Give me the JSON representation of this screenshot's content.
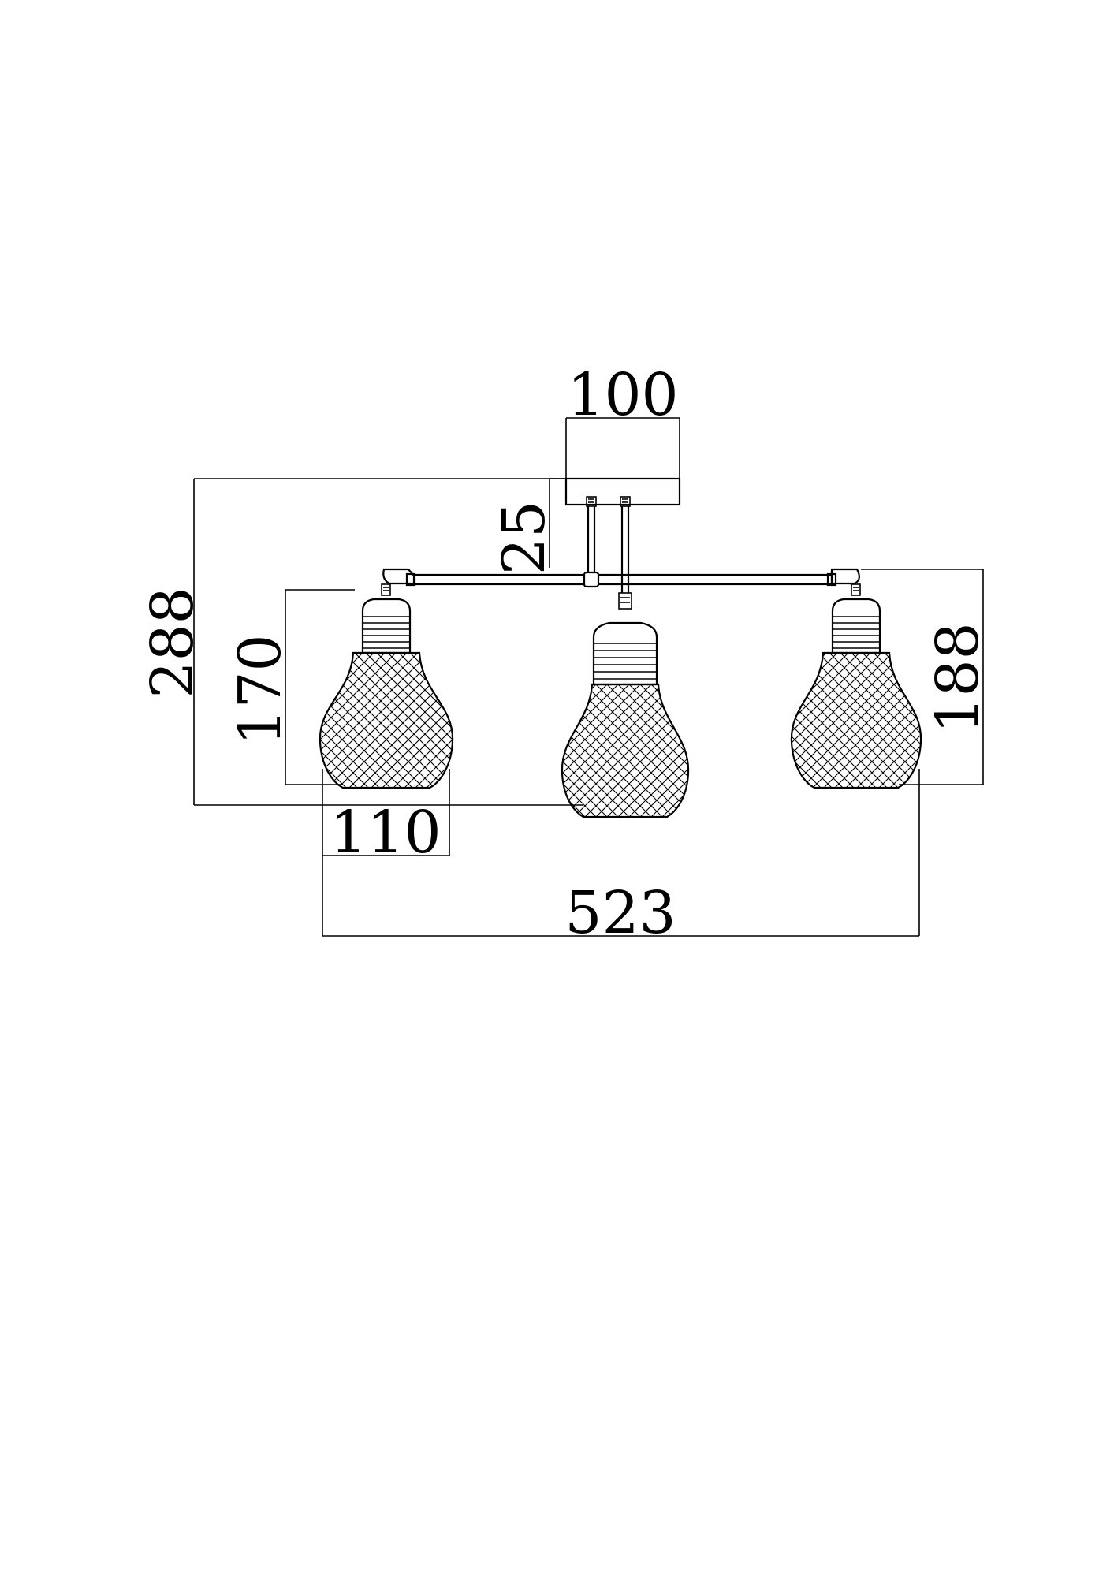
{
  "dimensions": {
    "canopy_width": "100",
    "canopy_height": "25",
    "total_height": "288",
    "shade_height": "170",
    "side_height": "188",
    "shade_width": "110",
    "total_width": "523"
  },
  "colors": {
    "line": "#000000",
    "background": "#ffffff"
  }
}
